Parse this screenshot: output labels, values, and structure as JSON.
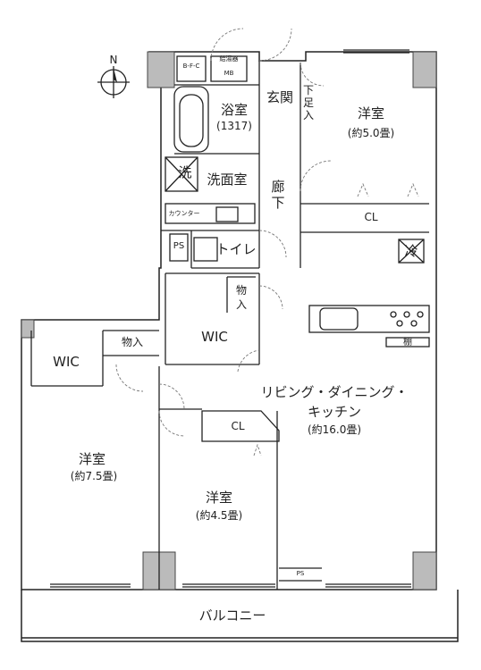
{
  "compass": {
    "north": "N"
  },
  "rooms": {
    "western_north": {
      "name": "洋室",
      "size": "(約5.0畳)"
    },
    "western_west": {
      "name": "洋室",
      "size": "(約7.5畳)"
    },
    "western_south": {
      "name": "洋室",
      "size": "(約4.5畳)"
    },
    "ldk": {
      "line1": "リビング・ダイニング・",
      "line2": "キッチン",
      "size": "(約16.0畳)"
    },
    "bath": {
      "name": "浴室",
      "size": "(1317)"
    },
    "entrance": "玄関",
    "shoe_storage_line1": "下",
    "shoe_storage_line2": "足",
    "shoe_storage_line3": "入",
    "corridor_line1": "廊",
    "corridor_line2": "下",
    "washroom": "洗面室",
    "counter": "カウンター",
    "toilet": "トイレ",
    "storage_1_line1": "物",
    "storage_1_line2": "入",
    "storage_2": "物入",
    "wic_center": "WIC",
    "wic_west": "WIC",
    "cl_north": "CL",
    "cl_south": "CL",
    "ps_1": "PS",
    "ps_2": "PS",
    "bfc": "B-F-C",
    "mb_label": "給湯器",
    "mb": "MB",
    "wash_mark": "洗",
    "fridge": "冷",
    "shelf": "棚",
    "balcony": "バルコニー"
  }
}
